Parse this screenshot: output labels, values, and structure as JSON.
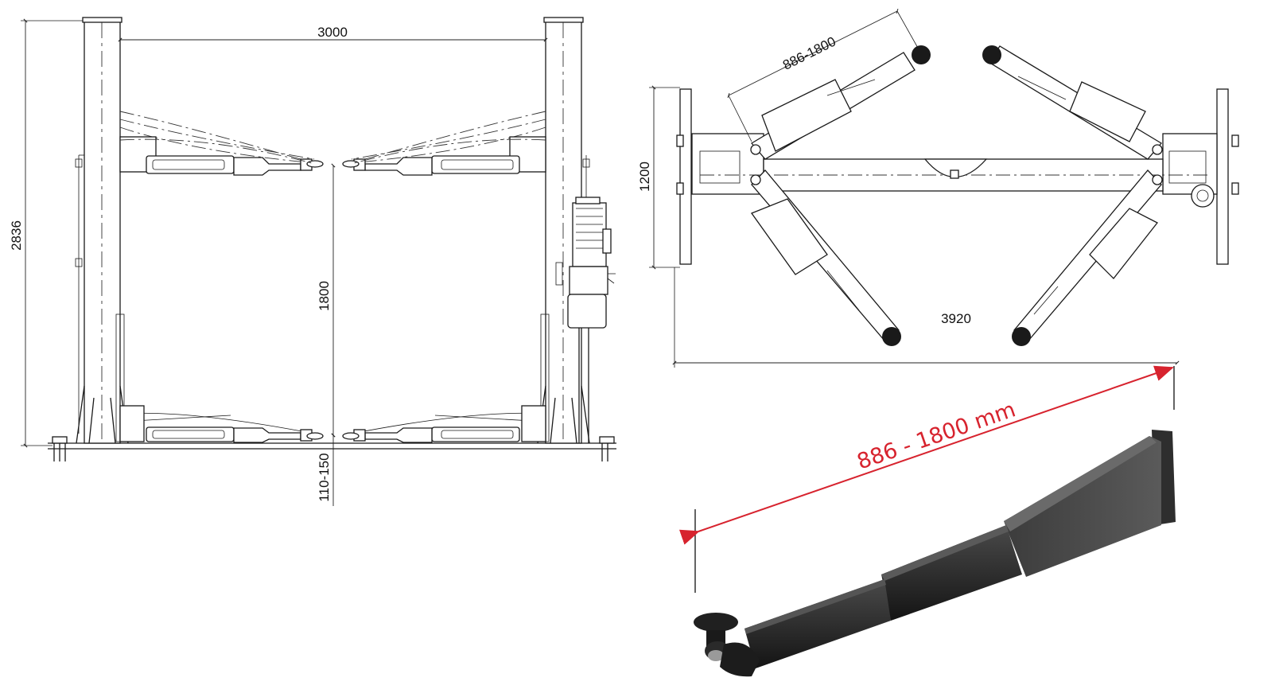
{
  "front_view": {
    "width_label": "3000",
    "height_label": "2836",
    "lift_height_label": "1800",
    "min_height_label": "110-150"
  },
  "top_view": {
    "arm_range_label": "886-1800",
    "depth_label": "1200",
    "overall_width_label": "3920"
  },
  "arm_photo": {
    "range_label": "886 - 1800 mm",
    "accent_color": "#d7232e"
  }
}
